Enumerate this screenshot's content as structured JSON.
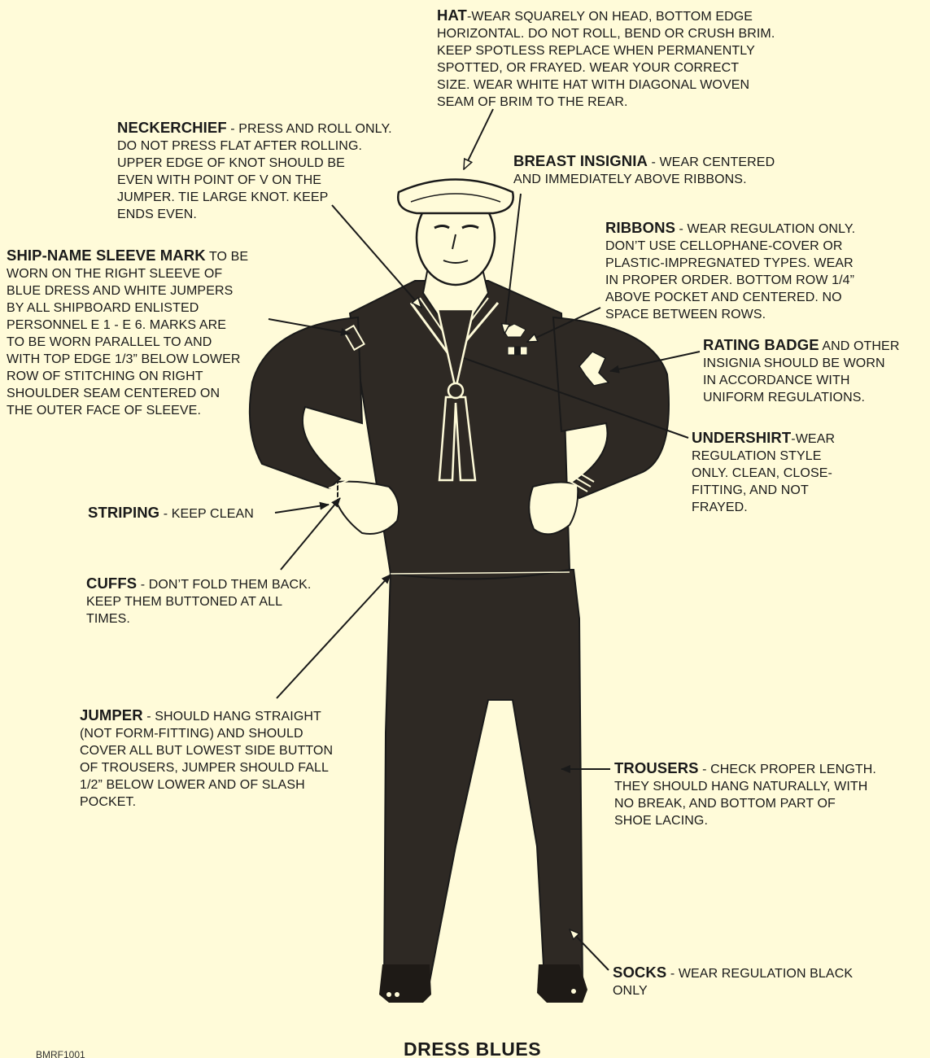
{
  "diagram": {
    "title": "DRESS BLUES",
    "figure_code": "BMRF1001",
    "figure_subject": "sailor-in-dress-blues",
    "colors": {
      "background": "#fffbd9",
      "uniform": "#2e2924",
      "outline": "#1a1a1a",
      "piping": "#fffbd9"
    },
    "callouts": {
      "hat": {
        "title": "HAT",
        "sep": "-",
        "text": "WEAR SQUARELY ON HEAD, BOTTOM EDGE\nHORIZONTAL. DO NOT ROLL, BEND OR CRUSH BRIM.\nKEEP SPOTLESS REPLACE WHEN PERMANENTLY\nSPOTTED, OR FRAYED. WEAR YOUR CORRECT\nSIZE. WEAR WHITE HAT WITH DIAGONAL WOVEN\nSEAM OF BRIM TO THE REAR."
      },
      "neckerchief": {
        "title": "NECKERCHIEF",
        "sep": " - ",
        "text": "PRESS AND ROLL ONLY.\nDO NOT PRESS FLAT AFTER ROLLING.\nUPPER EDGE OF KNOT SHOULD BE\nEVEN WITH POINT OF V ON THE\nJUMPER. TIE LARGE KNOT. KEEP\nENDS EVEN."
      },
      "breast_insignia": {
        "title": "BREAST INSIGNIA",
        "sep": " - ",
        "text": "WEAR CENTERED\nAND IMMEDIATELY ABOVE RIBBONS."
      },
      "ribbons": {
        "title": "RIBBONS",
        "sep": " - ",
        "text": "WEAR REGULATION ONLY.\nDON’T USE CELLOPHANE-COVER OR\nPLASTIC-IMPREGNATED TYPES. WEAR\nIN PROPER ORDER. BOTTOM ROW 1/4”\nABOVE POCKET AND CENTERED. NO\nSPACE BETWEEN ROWS."
      },
      "ship_name": {
        "title": "SHIP-NAME SLEEVE MARK",
        "sep": " ",
        "text": "TO BE\nWORN ON THE RIGHT SLEEVE OF\nBLUE DRESS AND WHITE JUMPERS\nBY ALL SHIPBOARD ENLISTED\nPERSONNEL E 1 - E 6. MARKS ARE\nTO BE WORN PARALLEL TO AND\nWITH TOP EDGE 1/3” BELOW LOWER\nROW OF STITCHING ON RIGHT\nSHOULDER SEAM CENTERED ON\nTHE OUTER FACE OF SLEEVE."
      },
      "rating_badge": {
        "title": "RATING BADGE",
        "sep": " ",
        "text": "AND OTHER\nINSIGNIA SHOULD BE WORN\nIN ACCORDANCE WITH\nUNIFORM REGULATIONS."
      },
      "undershirt": {
        "title": "UNDERSHIRT",
        "sep": "-",
        "text": "WEAR\nREGULATION STYLE\nONLY. CLEAN, CLOSE-\nFITTING, AND NOT\nFRAYED."
      },
      "striping": {
        "title": "STRIPING",
        "sep": " - ",
        "text": "KEEP CLEAN"
      },
      "cuffs": {
        "title": "CUFFS",
        "sep": " - ",
        "text": "DON’T FOLD THEM BACK.\nKEEP THEM BUTTONED AT ALL\nTIMES."
      },
      "jumper": {
        "title": "JUMPER",
        "sep": " - ",
        "text": "SHOULD HANG STRAIGHT\n(NOT FORM-FITTING) AND SHOULD\nCOVER ALL BUT LOWEST SIDE BUTTON\nOF TROUSERS, JUMPER SHOULD FALL\n1/2” BELOW LOWER AND OF SLASH\nPOCKET."
      },
      "trousers": {
        "title": "TROUSERS",
        "sep": " - ",
        "text": "CHECK PROPER LENGTH.\nTHEY SHOULD HANG NATURALLY, WITH\nNO BREAK, AND BOTTOM PART OF\nSHOE LACING."
      },
      "socks": {
        "title": "SOCKS",
        "sep": " - ",
        "text": "WEAR REGULATION BLACK\nONLY"
      }
    }
  }
}
